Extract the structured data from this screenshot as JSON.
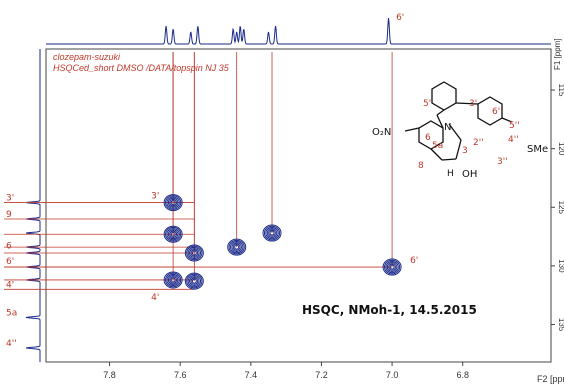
{
  "header_lines": [
    "clozepam-suzuki",
    "HSQCed_short DMSO /DATA/topspin NJ 35"
  ],
  "experiment_label": "HSQC, NMoh-1, 14.5.2015",
  "structure_labels": [
    "O₂N",
    "6",
    "5a",
    "N",
    "3",
    "8",
    "H",
    "OH",
    "5'",
    "3'",
    "6''",
    "5''",
    "2''",
    "4''",
    "SMe",
    "3''"
  ],
  "chart_data": {
    "type": "heatmap",
    "title": "",
    "xlabel": "F2 [ppm]",
    "ylabel": "F1 [ppm]",
    "xlim": [
      7.98,
      6.55
    ],
    "ylim": [
      111.5,
      138.2
    ],
    "x_ticks": [
      7.8,
      7.6,
      7.4,
      7.2,
      7.0,
      6.8
    ],
    "x_tick_labels": [
      "7.8",
      "7.6",
      "7.4",
      "7.2",
      "7.0",
      "6.8"
    ],
    "y_ticks": [
      115,
      120,
      125,
      130,
      135
    ],
    "y_tick_labels": [
      "115",
      "120",
      "125",
      "130",
      "135"
    ],
    "peaks": [
      {
        "label": "3'",
        "f2": 7.62,
        "f1": 124.6
      },
      {
        "label": "",
        "f2": 7.62,
        "f1": 127.3
      },
      {
        "label": "",
        "f2": 7.56,
        "f1": 128.9
      },
      {
        "label": "",
        "f2": 7.44,
        "f1": 128.4
      },
      {
        "label": "",
        "f2": 7.34,
        "f1": 127.2
      },
      {
        "label": "6'",
        "f2": 7.0,
        "f1": 130.1
      },
      {
        "label": "4'",
        "f2": 7.62,
        "f1": 131.2
      },
      {
        "label": "",
        "f2": 7.56,
        "f1": 131.3
      }
    ],
    "left_labels": [
      {
        "text": "3'",
        "f1": 124.6
      },
      {
        "text": "9",
        "f1": 126.0
      },
      {
        "text": "6",
        "f1": 128.7
      },
      {
        "text": "6'",
        "f1": 130.0
      },
      {
        "text": "4'",
        "f1": 132.0
      },
      {
        "text": "5a",
        "f1": 134.4
      },
      {
        "text": "4''",
        "f1": 137.0
      }
    ],
    "projection_1d_peaks_f2": [
      7.64,
      7.62,
      7.57,
      7.55,
      7.45,
      7.44,
      7.43,
      7.42,
      7.35,
      7.33,
      7.01
    ],
    "projection_1d_label": "6'",
    "colors": {
      "contour": "#1a2a8a",
      "annotation": "#c0392b"
    }
  }
}
